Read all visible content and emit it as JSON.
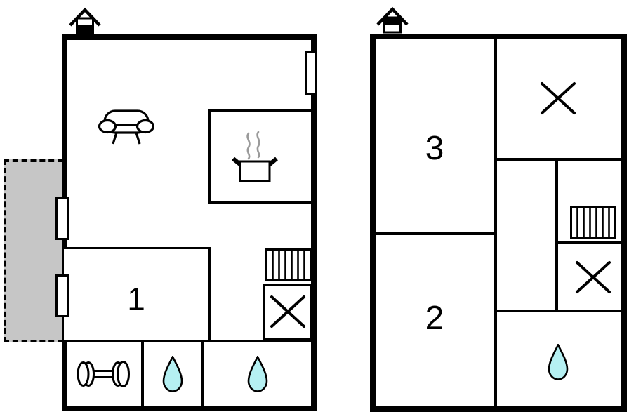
{
  "colors": {
    "wall": "#000000",
    "background": "#ffffff",
    "terrace_fill": "#c6c6c6",
    "drop_fill": "#b5f0f2",
    "steam_gray": "#9a9a9a"
  },
  "left_plan": {
    "room_labels": {
      "room1": "1"
    },
    "icons": [
      "chimney-icon",
      "sofa-icon",
      "cooking-pot-icon",
      "door-window-marker",
      "door-window-marker",
      "door-window-marker",
      "radiator-icon",
      "crossed-window-icon",
      "dumbbell-icon",
      "water-drop-icon",
      "water-drop-icon"
    ],
    "features": [
      "terrace-dashed-area"
    ]
  },
  "right_plan": {
    "room_labels": {
      "room3": "3",
      "room2": "2"
    },
    "icons": [
      "chimney-icon",
      "crossed-window-icon",
      "radiator-icon",
      "crossed-window-icon",
      "water-drop-icon"
    ]
  }
}
